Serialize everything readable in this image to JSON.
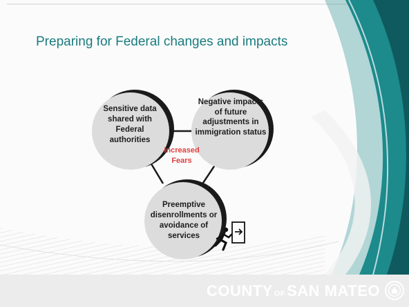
{
  "slide": {
    "title": "Preparing for Federal changes and impacts"
  },
  "diagram": {
    "nodes": {
      "sensitive_data": "Sensitive data shared with Federal authorities",
      "negative_impacts": "Negative impacts of future adjustments in immigration status",
      "preemptive": "Preemptive disenrollments or avoidance of services"
    },
    "center_label": {
      "line1": "Increased",
      "line2": "Fears"
    },
    "icons": [
      "exit-running-person-icon"
    ]
  },
  "footer": {
    "brand_part1": "COUNTY",
    "brand_of": "OF",
    "brand_part2": "SAN MATEO",
    "seal_icon": "county-seal-icon"
  },
  "colors": {
    "title": "#1a7b7e",
    "accent_red": "#e0403f",
    "teal_dark": "#0f5a5e",
    "teal_mid": "#1d8a8c",
    "node_fill": "#dcdcdc",
    "footer_bg": "#ececec"
  }
}
